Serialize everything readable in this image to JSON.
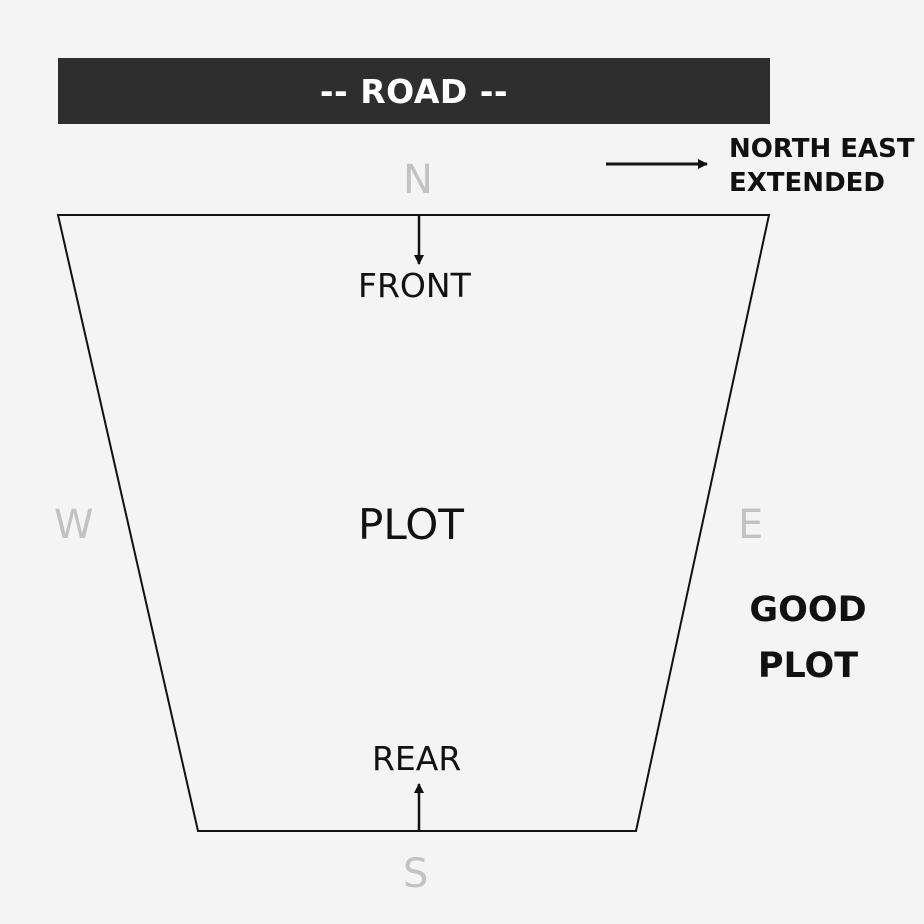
{
  "road": {
    "label": "-- ROAD --"
  },
  "direction_note": {
    "line1": "NORTH EAST",
    "line2": "EXTENDED"
  },
  "compass": {
    "north": "N",
    "south": "S",
    "east": "E",
    "west": "W"
  },
  "plot": {
    "center_label": "PLOT",
    "front_label": "FRONT",
    "rear_label": "REAR"
  },
  "verdict": {
    "line1": "GOOD",
    "line2": "PLOT"
  },
  "colors": {
    "background": "#f4f4f4",
    "road_fill": "#2e2e2e",
    "outline": "#111111",
    "compass_text": "#c2c2c2"
  }
}
